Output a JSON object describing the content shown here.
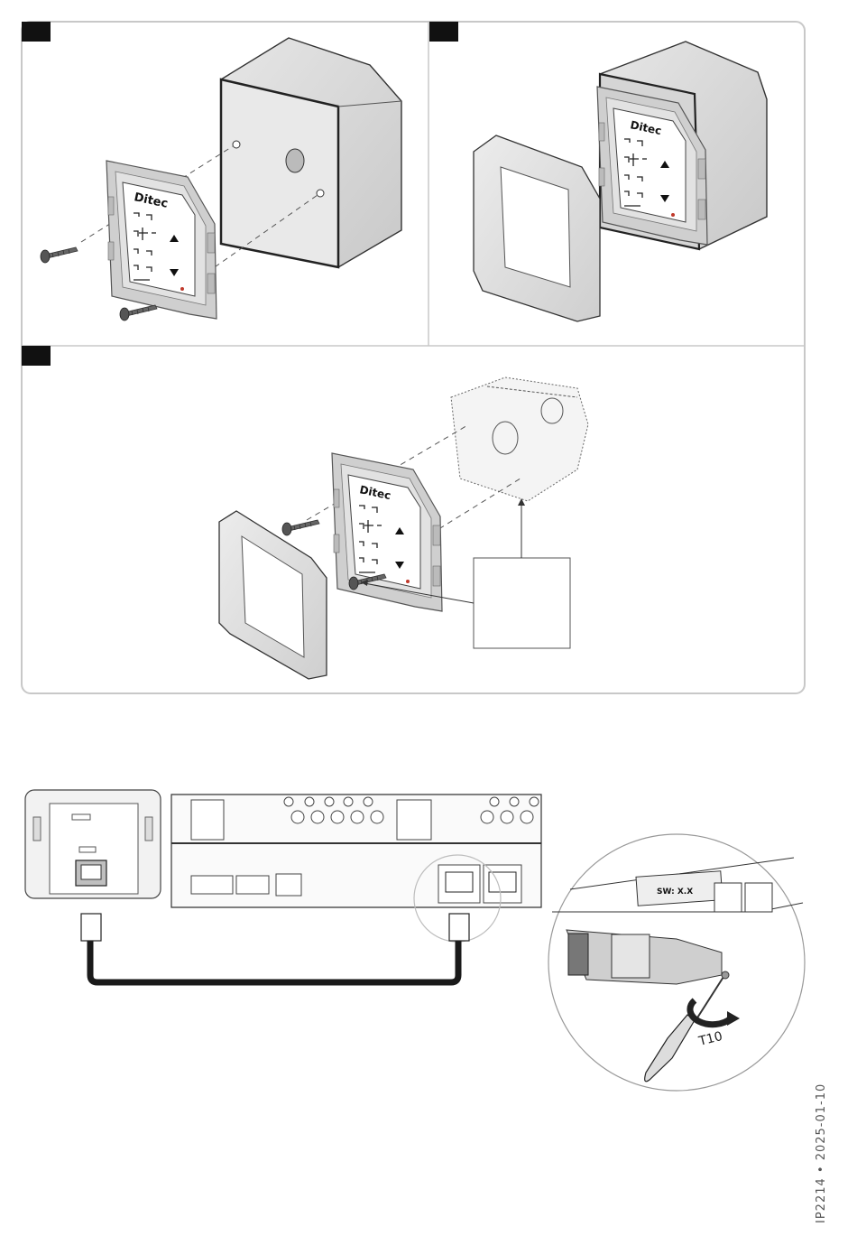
{
  "brand": "Ditec",
  "keypad_symbols": [
    "▲",
    "▼"
  ],
  "board_label": "SW: X.X",
  "tool_label": "T10",
  "doc_code": "IP2214 • 2025-01-10",
  "colors": {
    "panel_border": "#c8c8c8",
    "step_tab": "#111111",
    "box_fill": "#d9d9d9",
    "cable": "#1a1a1a",
    "led": "#c0392b"
  }
}
